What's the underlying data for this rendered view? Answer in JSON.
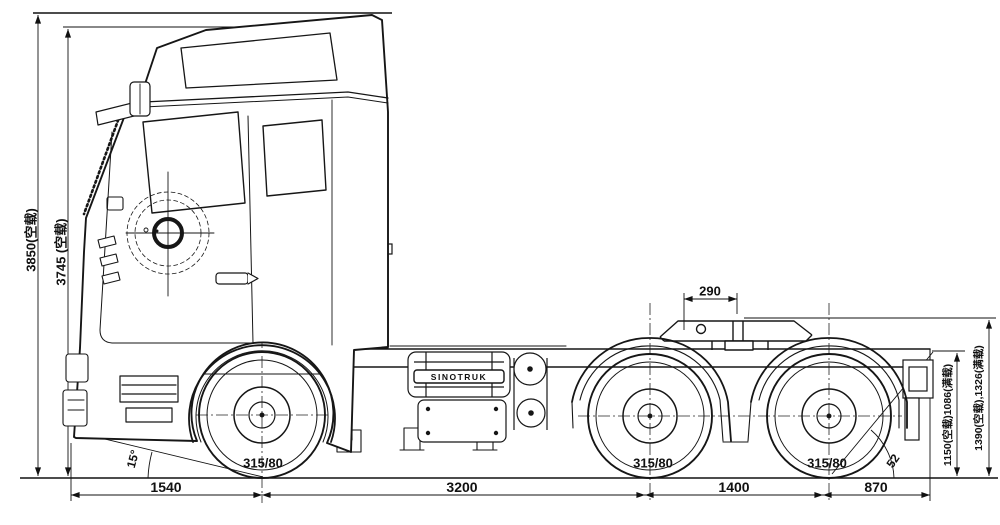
{
  "dimensions": {
    "overall_height_label": "3850(空载)",
    "cab_height_label": "3745 (空载)",
    "front_overhang": "1540",
    "front_wheelbase": "3200",
    "rear_wheelbase": "1400",
    "rear_overhang": "870",
    "fifth_wheel_to_axle": "290",
    "frame_height_label": "1150(空载)1086(满载)",
    "fifth_wheel_height_label": "1390(空载),1326(满载)",
    "approach_angle": "15°",
    "departure_angle": "52"
  },
  "tire_labels": {
    "front": "315/80",
    "middle": "315/80",
    "rear": "315/80"
  },
  "branding": {
    "fuel_tank_logo": "SINOTRUK"
  }
}
